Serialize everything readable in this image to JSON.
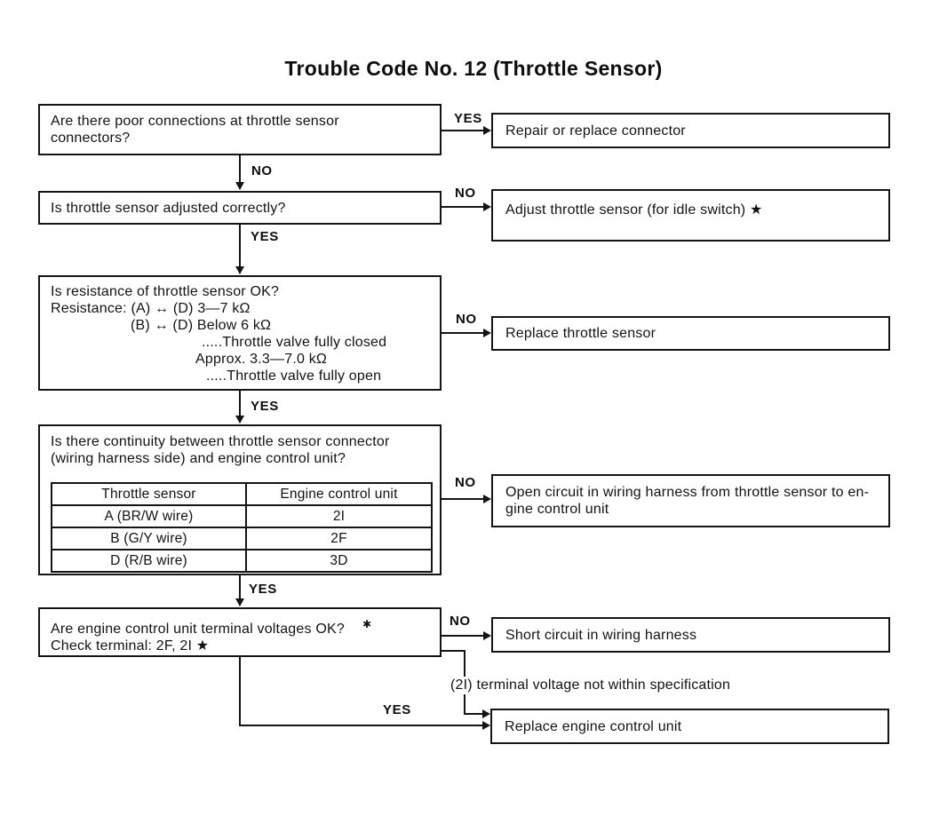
{
  "title": "Trouble Code No. 12 (Throttle Sensor)",
  "labels": {
    "yes": "YES",
    "no": "NO"
  },
  "colors": {
    "ink": "#141414",
    "paper": "#ffffff"
  },
  "flow": {
    "q1": {
      "lines": [
        "Are there poor connections at throttle sensor",
        "connectors?"
      ]
    },
    "a1": {
      "text": "Repair or replace connector"
    },
    "q2": {
      "text": "Is throttle sensor adjusted correctly?"
    },
    "a2": {
      "text": "Adjust throttle sensor (for idle switch) ★"
    },
    "q3": {
      "lines": [
        "Is resistance of throttle sensor OK?",
        "Resistance: (A) ↔ (D) 3—7 kΩ",
        "(B) ↔ (D) Below 6 kΩ",
        ".....Throttle valve fully closed",
        "Approx. 3.3—7.0 kΩ",
        ".....Throttle valve fully open"
      ]
    },
    "a3": {
      "text": "Replace throttle sensor"
    },
    "q4": {
      "lines": [
        "Is there continuity between throttle sensor connector",
        "(wiring harness side) and engine control unit?"
      ],
      "table": {
        "headers": [
          "Throttle sensor",
          "Engine control unit"
        ],
        "rows": [
          [
            "A (BR/W wire)",
            "2I"
          ],
          [
            "B (G/Y wire)",
            "2F"
          ],
          [
            "D (R/B wire)",
            "3D"
          ]
        ]
      }
    },
    "a4": {
      "lines": [
        "Open circuit in wiring harness from throttle sensor to en-",
        "gine control unit"
      ]
    },
    "q5": {
      "line1": "Are engine control unit terminal voltages OK?",
      "mark": "✱",
      "line2": "Check terminal: 2F, 2I ★"
    },
    "a5": {
      "text": "Short circuit in wiring harness"
    },
    "note": {
      "text": "(2I) terminal voltage not within specification"
    },
    "a6": {
      "text": "Replace engine control unit"
    }
  }
}
